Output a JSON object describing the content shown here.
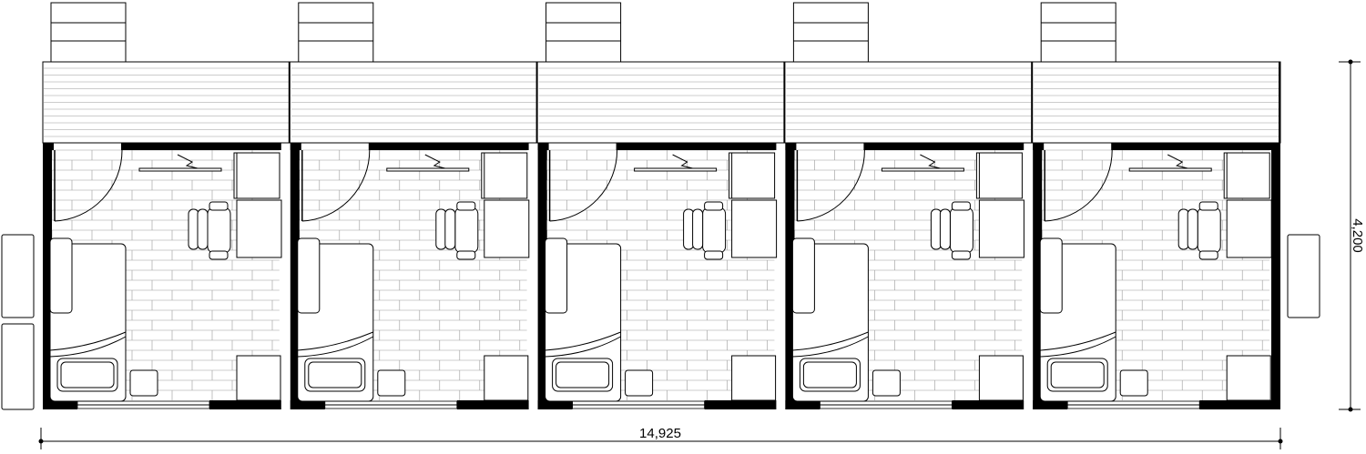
{
  "drawing": {
    "room_count": 5,
    "dimensions": {
      "width_label": "14,925",
      "depth_label": "4,200"
    },
    "colors": {
      "wall": "#000000",
      "line": "#000000",
      "hatch": "#9a9a9a",
      "background": "#ffffff"
    }
  }
}
